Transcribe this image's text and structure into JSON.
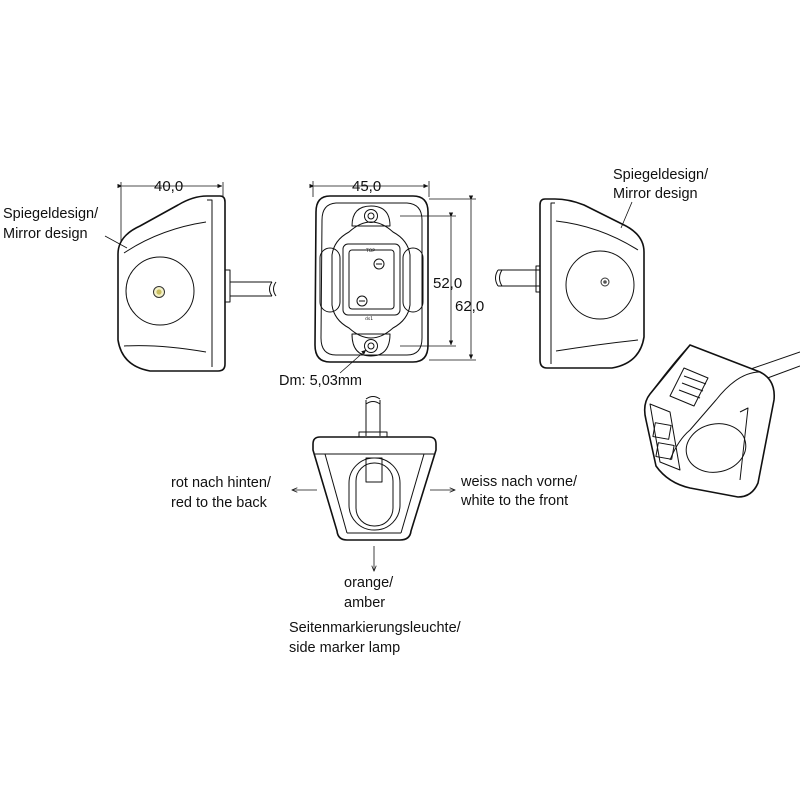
{
  "dimensions": {
    "side_width": "40,0",
    "top_width": "45,0",
    "inner_height": "52,0",
    "outer_height": "62,0",
    "hole_diameter": "Dm: 5,03mm"
  },
  "labels": {
    "mirror_left_de": "Spiegeldesign/",
    "mirror_left_en": "Mirror design",
    "mirror_right_de": "Spiegeldesign/",
    "mirror_right_en": "Mirror design",
    "back_de": "rot nach hinten/",
    "back_en": "red to the back",
    "front_de": "weiss nach vorne/",
    "front_en": "white to the front",
    "side_de": "orange/",
    "side_en": "amber",
    "marker_de": "Seitenmarkierungsleuchte/",
    "marker_en": "side marker lamp"
  },
  "housing_marks": {
    "top": "TOP",
    "bottom": "ds1"
  },
  "colors": {
    "line": "#111111",
    "background": "#ffffff",
    "led_white": "#f4f1c8"
  }
}
